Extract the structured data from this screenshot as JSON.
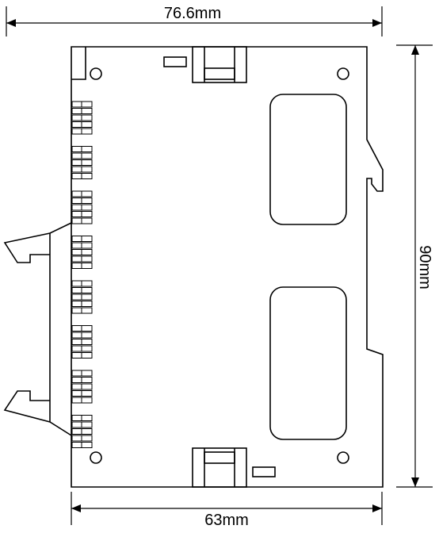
{
  "dimensions": {
    "overall_width": "76.6mm",
    "height": "90mm",
    "base_width": "63mm"
  },
  "colors": {
    "line": "#000000",
    "background": "#ffffff"
  },
  "terminal_block": {
    "groups": 8,
    "rows_per_group": 5
  }
}
